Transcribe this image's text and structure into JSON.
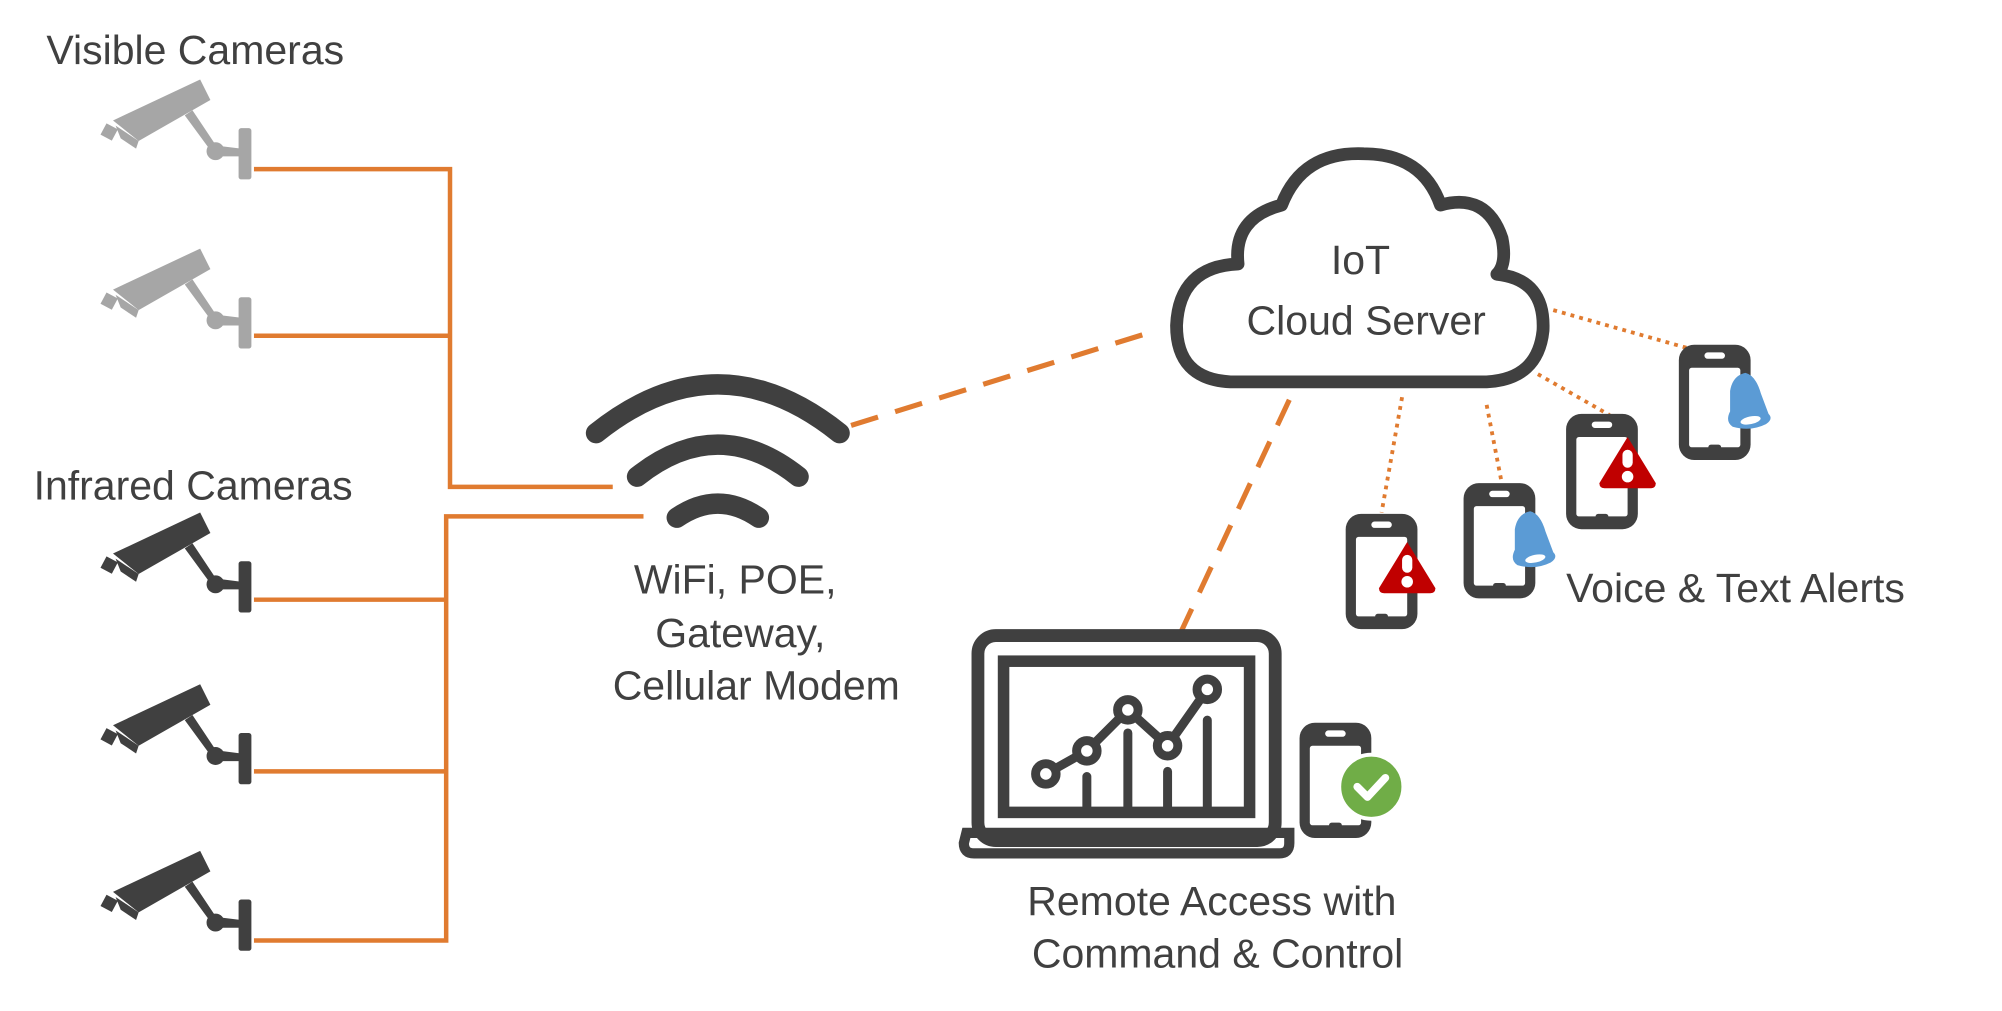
{
  "title": "IoT Camera Monitoring Architecture",
  "labels": {
    "visible_cameras": "Visible Cameras",
    "infrared_cameras": "Infrared Cameras",
    "gateway_line1": "WiFi, POE,",
    "gateway_line2": "Gateway,",
    "gateway_line3": "Cellular Modem",
    "cloud_line1": "IoT",
    "cloud_line2": "Cloud Server",
    "alerts": "Voice & Text Alerts",
    "remote_line1": "Remote Access with",
    "remote_line2": "Command & Control"
  },
  "nodes": {
    "visible_cameras": {
      "count": 2,
      "icon": "security-camera-icon",
      "color": "#A6A6A6"
    },
    "infrared_cameras": {
      "count": 3,
      "icon": "security-camera-icon",
      "color": "#404040"
    },
    "gateway": {
      "icon": "wifi-icon"
    },
    "cloud": {
      "icon": "cloud-icon"
    },
    "alert_phones": [
      {
        "badge": "warning-icon",
        "badge_color": "#C00000"
      },
      {
        "badge": "bell-icon",
        "badge_color": "#5B9BD5"
      },
      {
        "badge": "warning-icon",
        "badge_color": "#C00000"
      },
      {
        "badge": "bell-icon",
        "badge_color": "#5B9BD5"
      }
    ],
    "remote": {
      "icons": [
        "laptop-chart-icon",
        "phone-check-icon"
      ],
      "check_color": "#70AD47"
    }
  },
  "colors": {
    "connector": "#E07B30",
    "icon_dark": "#404040",
    "text": "#404040"
  }
}
